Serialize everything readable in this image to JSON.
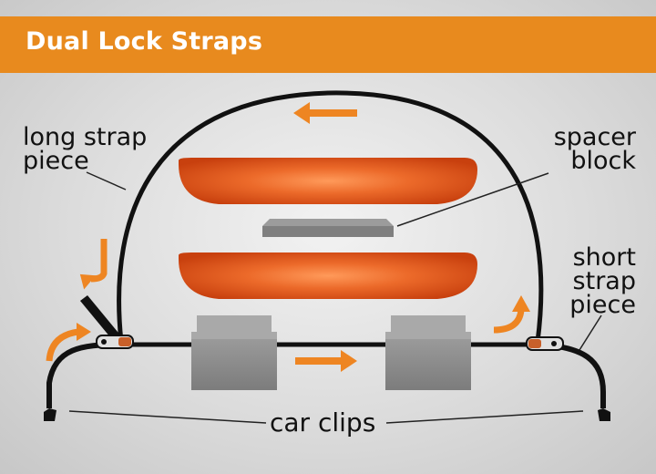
{
  "title": "Dual Lock Straps",
  "labels": {
    "long_strap": [
      "long strap",
      "piece"
    ],
    "spacer_block": [
      "spacer",
      "block"
    ],
    "short_strap": [
      "short",
      "strap",
      "piece"
    ],
    "car_clips": "car clips"
  },
  "colors": {
    "accent": "#e88a1e",
    "board": "#d94a14",
    "strap": "#111111",
    "block": "#8c8c8c"
  },
  "icons": [
    "arrow-left-icon",
    "arrow-right-icon",
    "arrow-curved-icon",
    "buckle-icon",
    "car-clip-icon"
  ]
}
